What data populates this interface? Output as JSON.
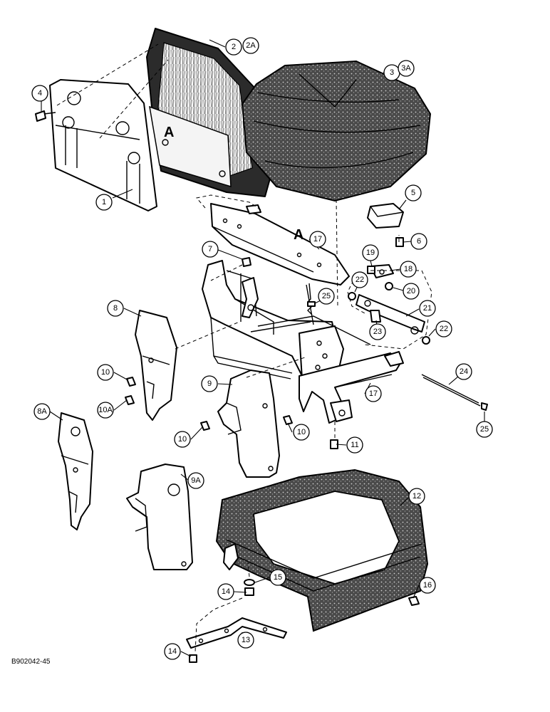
{
  "reference_marks": [
    "A",
    "A"
  ],
  "drawing_id": "B902042-45",
  "callouts": [
    {
      "label": "1"
    },
    {
      "label": "2"
    },
    {
      "label": "2A"
    },
    {
      "label": "3"
    },
    {
      "label": "3A"
    },
    {
      "label": "4"
    },
    {
      "label": "5"
    },
    {
      "label": "6"
    },
    {
      "label": "7"
    },
    {
      "label": "8"
    },
    {
      "label": "8A"
    },
    {
      "label": "9"
    },
    {
      "label": "9A"
    },
    {
      "label": "10"
    },
    {
      "label": "10"
    },
    {
      "label": "10"
    },
    {
      "label": "10A"
    },
    {
      "label": "11"
    },
    {
      "label": "12"
    },
    {
      "label": "13"
    },
    {
      "label": "14"
    },
    {
      "label": "14"
    },
    {
      "label": "15"
    },
    {
      "label": "16"
    },
    {
      "label": "17"
    },
    {
      "label": "17"
    },
    {
      "label": "18"
    },
    {
      "label": "19"
    },
    {
      "label": "20"
    },
    {
      "label": "21"
    },
    {
      "label": "22"
    },
    {
      "label": "22"
    },
    {
      "label": "23"
    },
    {
      "label": "24"
    },
    {
      "label": "25"
    },
    {
      "label": "25"
    }
  ]
}
